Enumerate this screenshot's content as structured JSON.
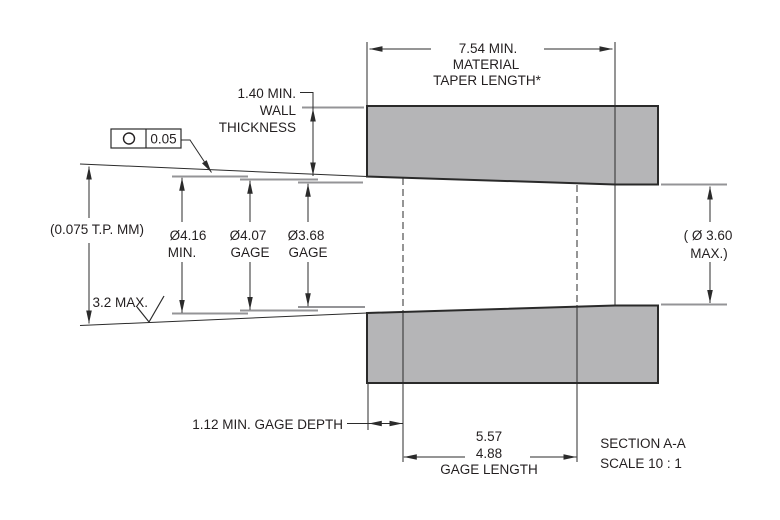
{
  "drawing_type": "cross-section technical drawing",
  "section_title": {
    "line1": "SECTION  A-A",
    "line2": "SCALE 10 : 1"
  },
  "dims": {
    "taper_length": {
      "line1": "7.54 MIN.",
      "line2": "MATERIAL",
      "line3": "TAPER LENGTH*"
    },
    "wall_thickness": {
      "line1": "1.40 MIN.",
      "line2": "WALL",
      "line3": "THICKNESS"
    },
    "taper_per_mm": {
      "label": "(0.075 T.P. MM)"
    },
    "dia_416": {
      "line1": "Ø4.16",
      "line2": "MIN."
    },
    "dia_407": {
      "line1": "Ø4.07",
      "line2": "GAGE"
    },
    "dia_368": {
      "line1": "Ø3.68",
      "line2": "GAGE"
    },
    "dia_360": {
      "line1": "( Ø 3.60",
      "line2": "MAX.)"
    },
    "surface_finish": {
      "label": "3.2 MAX."
    },
    "circularity": {
      "symbol": "circularity-circle",
      "tolerance": "0.05"
    },
    "gage_depth": {
      "label": "1.12 MIN. GAGE DEPTH"
    },
    "gage_length": {
      "line1": "5.57",
      "line2": "4.88",
      "line3": "GAGE LENGTH"
    }
  },
  "colors": {
    "part_fill": "#b5b5b7",
    "part_outline": "#2a2a2a",
    "line": "#2b2b2b",
    "extension": "#949497",
    "text": "#231f20"
  }
}
